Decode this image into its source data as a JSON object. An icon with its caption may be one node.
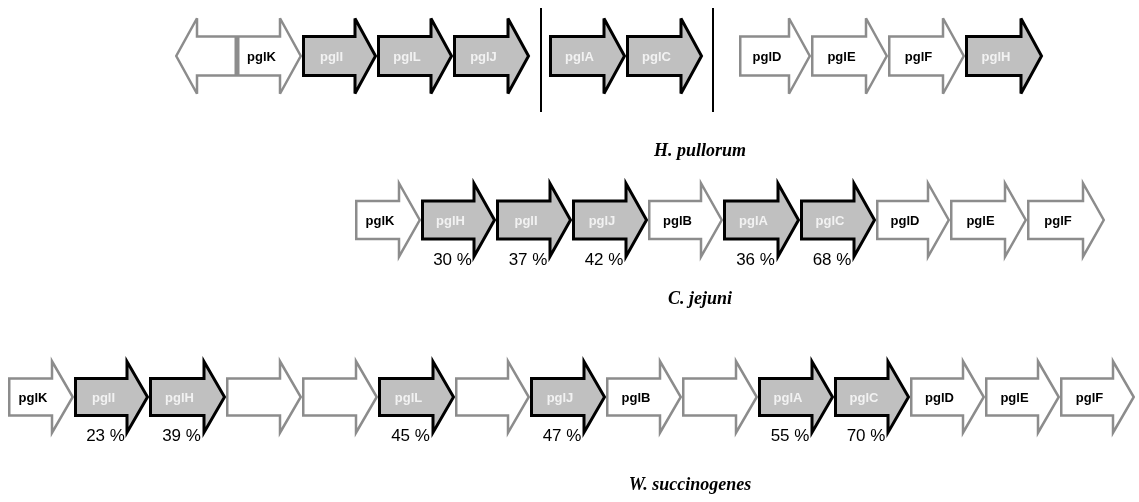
{
  "diagram": {
    "nodes": [
      {
        "text": [],
        "shape": "arrow"
      },
      {
        "text": [
          "pglK"
        ]
      },
      {
        "text": [
          "pglI"
        ]
      },
      {
        "text": [
          "pglL"
        ]
      },
      {
        "text": [
          "pglJ"
        ]
      },
      {
        "text": [
          "pglA"
        ]
      },
      {
        "text": [
          "pglC"
        ]
      },
      {
        "text": [
          "pglD"
        ]
      },
      {
        "text": [
          "pglE"
        ]
      },
      {
        "text": [
          "pglF"
        ]
      },
      {
        "text": [
          "pglH"
        ]
      },
      {
        "text": [
          "pglK"
        ]
      },
      {
        "text": [
          "pglH"
        ],
        "beside": [
          "30 %"
        ]
      },
      {
        "text": [
          "pglI"
        ],
        "beside": [
          "37 %"
        ]
      },
      {
        "text": [
          "pglJ"
        ],
        "beside": [
          "42 %"
        ]
      },
      {
        "text": [
          "pglB"
        ]
      },
      {
        "text": [
          "pglA"
        ],
        "beside": [
          "36 %"
        ]
      },
      {
        "text": [
          "pglC"
        ],
        "beside": [
          "68 %"
        ]
      },
      {
        "text": [
          "pglD"
        ]
      },
      {
        "text": [
          "pglE"
        ]
      },
      {
        "text": [
          "pglF"
        ]
      },
      {
        "text": [
          "pglK"
        ]
      },
      {
        "text": [
          "pglI"
        ],
        "beside": [
          "23 %"
        ]
      },
      {
        "text": [
          "pglH"
        ],
        "beside": [
          "39 %"
        ]
      },
      {
        "text": [],
        "shape": "arrow"
      },
      {
        "text": [],
        "shape": "arrow"
      },
      {
        "text": [
          "pglL"
        ],
        "beside": [
          "45 %"
        ]
      },
      {
        "text": [],
        "shape": "arrow"
      },
      {
        "text": [
          "pglJ"
        ],
        "beside": [
          "47 %"
        ]
      },
      {
        "text": [
          "pglB"
        ]
      },
      {
        "text": [],
        "shape": "arrow"
      },
      {
        "text": [
          "pglA"
        ],
        "beside": [
          "55 %"
        ]
      },
      {
        "text": [
          "pglC"
        ],
        "beside": [
          "70 %"
        ]
      },
      {
        "text": [
          "pglD"
        ]
      },
      {
        "text": [
          "pglE"
        ]
      },
      {
        "text": [
          "pglF"
        ]
      }
    ],
    "labels": [
      "H. pullorum",
      "C. jejuni",
      "W. succinogenes"
    ]
  }
}
